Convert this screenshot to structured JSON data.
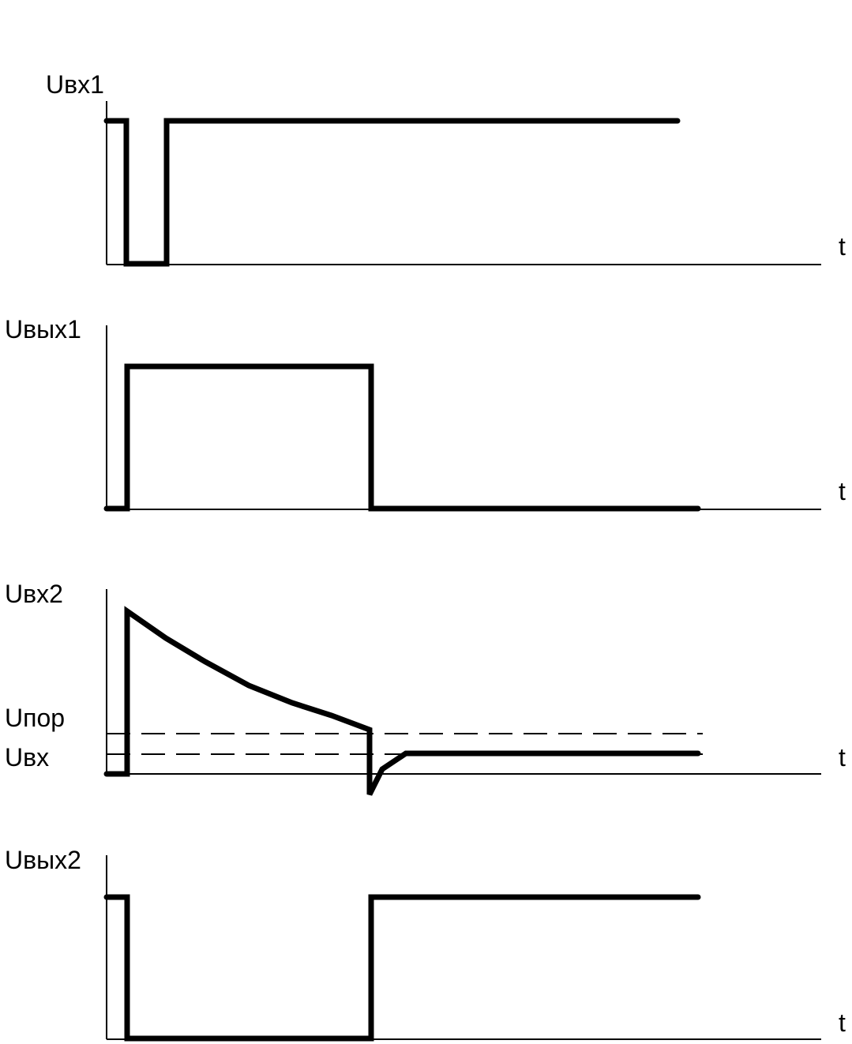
{
  "diagram": {
    "time_axis_label": "t",
    "panels": [
      {
        "id": "input1",
        "label": "Uвх1",
        "levels": {
          "high": 1,
          "low": 0
        },
        "waveform": "high, short low pulse, then high"
      },
      {
        "id": "output1",
        "label": "Uвых1",
        "levels": {
          "high": 1,
          "low": 0
        },
        "waveform": "low, then high pulse, then low"
      },
      {
        "id": "input2",
        "label": "Uвх2",
        "threshold_labels": [
          "Uпор",
          "Uвх"
        ],
        "waveform": "jump up, exponential decay to threshold, negative spike, settle at Uвх"
      },
      {
        "id": "output2",
        "label": "Uвых2",
        "levels": {
          "high": 1,
          "low": 0
        },
        "waveform": "high, then low, then high"
      }
    ]
  }
}
